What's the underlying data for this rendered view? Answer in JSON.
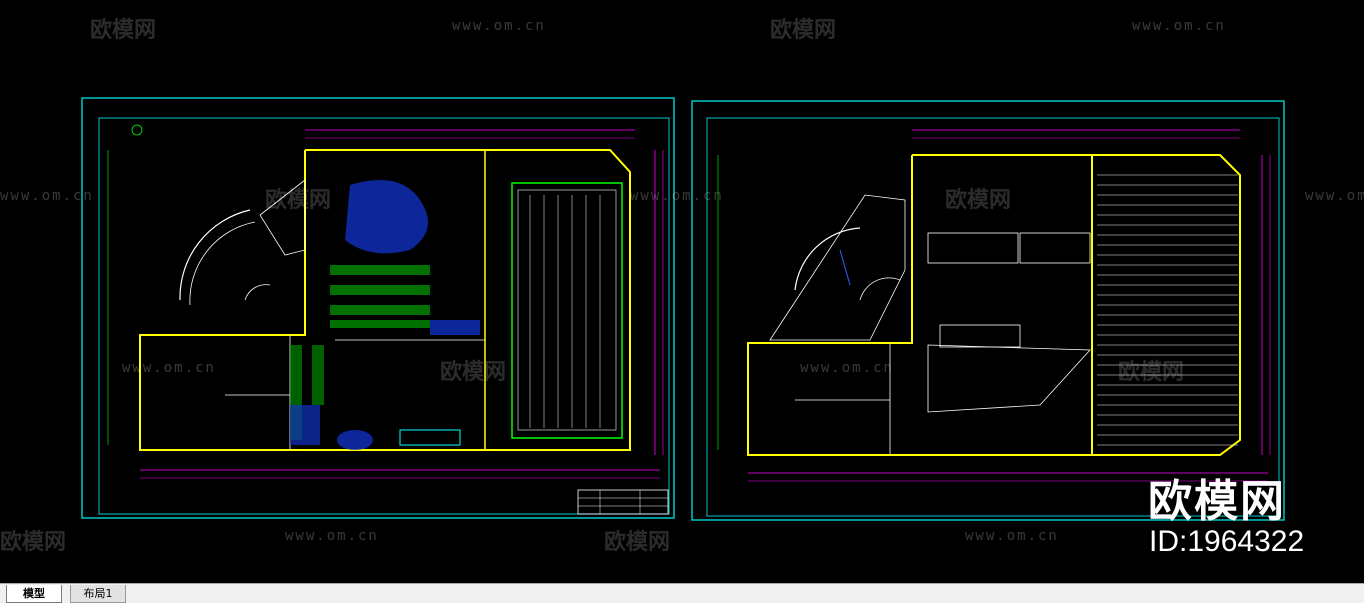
{
  "tabs": {
    "model_label": "模型",
    "layout_label": "布局1"
  },
  "watermarks": {
    "brand_text": "欧模网",
    "url_text": "www.om.cn"
  },
  "branding": {
    "logo_text": "欧模网",
    "id_text": "ID:1964322"
  },
  "colors": {
    "background": "#000000",
    "frame_cyan": "#00c8c8",
    "wall_yellow": "#ffff00",
    "dim_magenta": "#ff00ff",
    "green": "#00ff00",
    "blue": "#3060ff",
    "white": "#ffffff"
  }
}
